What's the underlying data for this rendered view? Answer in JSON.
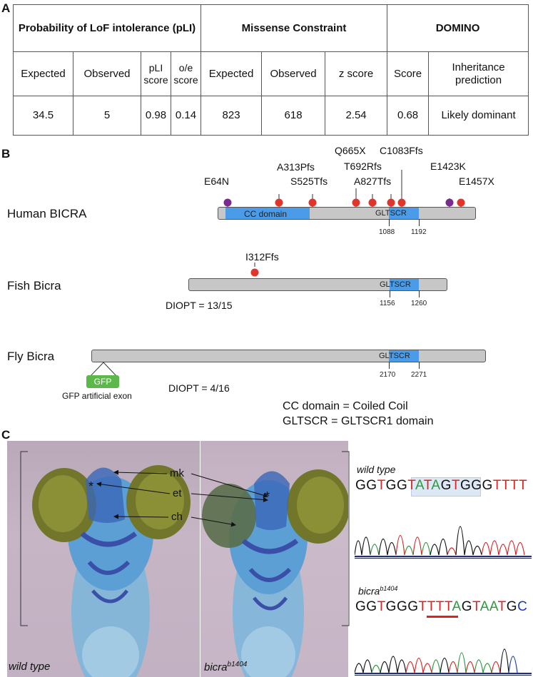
{
  "panels": {
    "a": "A",
    "b": "B",
    "c": "C"
  },
  "table": {
    "group_pli": "Probability of LoF intolerance (pLI)",
    "group_missense": "Missense Constraint",
    "group_domino": "DOMINO",
    "col_expected_lof": "Expected",
    "col_observed_lof": "Observed",
    "col_pli": "pLI score",
    "col_oe": "o/e score",
    "col_expected_mis": "Expected",
    "col_observed_mis": "Observed",
    "col_z": "z score",
    "col_domino_score": "Score",
    "col_inheritance": "Inheritance prediction",
    "val_expected_lof": "34.5",
    "val_observed_lof": "5",
    "val_pli": "0.98",
    "val_oe": "0.14",
    "val_expected_mis": "823",
    "val_observed_mis": "618",
    "val_z": "2.54",
    "val_domino_score": "0.68",
    "val_inheritance": "Likely dominant"
  },
  "proteins": {
    "human": {
      "name": "Human BICRA",
      "cc_label": "CC domain",
      "gltscr_label": "GLTSCR",
      "start": "1088",
      "end": "1192"
    },
    "fish": {
      "name": "Fish Bicra",
      "gltscr_label": "GLTSCR",
      "start": "1156",
      "end": "1260",
      "diopt": "DIOPT = 13/15"
    },
    "fly": {
      "name": "Fly Bicra",
      "gltscr_label": "GLTSCR",
      "start": "2170",
      "end": "2271",
      "diopt": "DIOPT = 4/16",
      "gfp": "GFP",
      "gfp_caption": "GFP artificial exon"
    }
  },
  "mutations": {
    "e64n": "E64N",
    "a313pfs": "A313Pfs",
    "s525tfs": "S525Tfs",
    "q665x": "Q665X",
    "t692rfs": "T692Rfs",
    "a827tfs": "A827Tfs",
    "c1083ffs": "C1083Ffs",
    "e1423k": "E1423K",
    "e1457x": "E1457X",
    "i312ffs": "I312Ffs"
  },
  "colors": {
    "missense": "#7b2a8e",
    "truncating": "#e0352b",
    "domain": "#4a9be8",
    "gfp": "#5cb84a",
    "bar": "#c7c7c7"
  },
  "legend": {
    "cc": "CC domain = Coiled Coil",
    "gltscr": "GLTSCR = GLTSCR1 domain"
  },
  "photos": {
    "labels": {
      "mk": "mk",
      "et": "et",
      "ch": "ch"
    },
    "wt_caption": "wild type",
    "mut_caption_base": "bicra",
    "mut_caption_sup": "b1404",
    "asterisk": "*"
  },
  "sequences": {
    "wt_title": "wild type",
    "wt_seq": "GGTGGTATAGTGGGTTTT",
    "mut_title_base": "bicra",
    "mut_title_sup": "b1404",
    "mut_seq": "GGTGGGTTTTAGTAATGC"
  }
}
